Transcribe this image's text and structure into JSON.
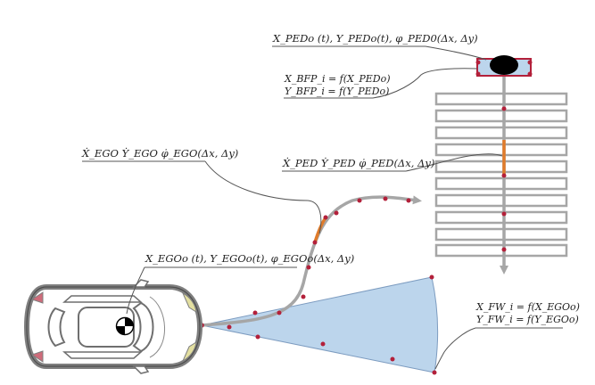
{
  "labels": {
    "ped_state": "X_PEDo (t), Y_PEDo(t), φ_PED0(Δx, Δy)",
    "bfp_x": "X_BFP_i = f(X_PEDo)",
    "bfp_y": "Y_BFP_i = f(Y_PEDo)",
    "ego_rates": "Ẋ_EGO Ẏ_EGO φ̇_EGO(Δx, Δy)",
    "ped_rates": "Ẋ_PED Ẏ_PED  φ̇_PED(Δx, Δy)",
    "ego_state": "X_EGOo (t), Y_EGOo(t), φ_EGOo(Δx, Δy)",
    "fw_x": "X_FW_i = f(X_EGOo)",
    "fw_y": "Y_FW_i = f(Y_EGOo)"
  },
  "colors": {
    "trajectory": "#a6a6a6",
    "highlight_segment": "#e07b2a",
    "sample_point": "#b3203a",
    "field_of_view": "#bcd5ec",
    "crosswalk_stripe": "#a6a6a6",
    "pedestrian_box": "#bcd5ec",
    "pedestrian_body": "#000000",
    "leader_line": "#555555"
  },
  "icons": {
    "ego_reference": "ego-center-marker-icon",
    "pedestrian": "pedestrian-figure-icon"
  }
}
